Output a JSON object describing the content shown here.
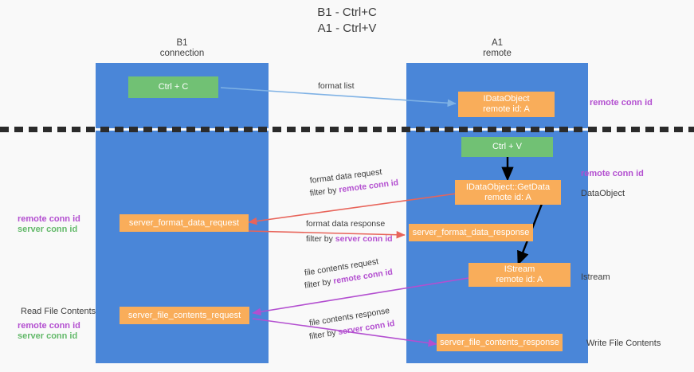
{
  "title": {
    "line1": "B1 - Ctrl+C",
    "line2": "A1 - Ctrl+V"
  },
  "columns": [
    {
      "name": "B1",
      "role": "connection"
    },
    {
      "name": "A1",
      "role": "remote"
    }
  ],
  "boxes": {
    "ctrl_c": "Ctrl + C",
    "idataobject_l1": "IDataObject",
    "idataobject_l2": "remote id: A",
    "ctrl_v": "Ctrl + V",
    "getdata_l1": "IDataObject::GetData",
    "getdata_l2": "remote id: A",
    "server_format_data_request": "server_format_data_request",
    "server_format_data_response": "server_format_data_response",
    "istream_l1": "IStream",
    "istream_l2": "remote id: A",
    "server_file_contents_request": "server_file_contents_request",
    "server_file_contents_response": "server_file_contents_response"
  },
  "edge_labels": {
    "format_list": "format list",
    "format_data_request": "format data request",
    "format_data_request_filter_prefix": "filter by ",
    "format_data_request_filter_key": "remote conn id",
    "format_data_response": "format data response",
    "format_data_response_filter_prefix": "filter by ",
    "format_data_response_filter_key": "server conn id",
    "file_contents_request": "file contents request",
    "file_contents_request_filter_prefix": "filter by ",
    "file_contents_request_filter_key": "remote conn id",
    "file_contents_response": "file contents response",
    "file_contents_response_filter_prefix": "filter by ",
    "file_contents_response_filter_key": "server conn id"
  },
  "annotations": {
    "right_remote_conn_id_top": "remote conn id",
    "right_remote_conn_id_mid": "remote conn id",
    "right_dataobject": "DataObject",
    "right_istream": "Istream",
    "right_write_file_contents": "Write File Contents",
    "left_remote_conn_id_mid": "remote conn id",
    "left_server_conn_id_mid": "server conn id",
    "left_read_file_contents": "Read File Contents",
    "left_remote_conn_id_bottom": "remote conn id",
    "left_server_conn_id_bottom": "server conn id"
  },
  "colors": {
    "lane_blue": "#4a86d8",
    "box_green": "#71c174",
    "box_orange": "#f9ad5a",
    "arrow_lightblue": "#7fb2e5",
    "arrow_red": "#e8645a",
    "arrow_purple": "#b34fd0",
    "arrow_black": "#000000",
    "key_purple": "#b34fd0",
    "key_green": "#63b96a",
    "background": "#f9f9f9",
    "divider_dashed": "#2b2b2b"
  }
}
